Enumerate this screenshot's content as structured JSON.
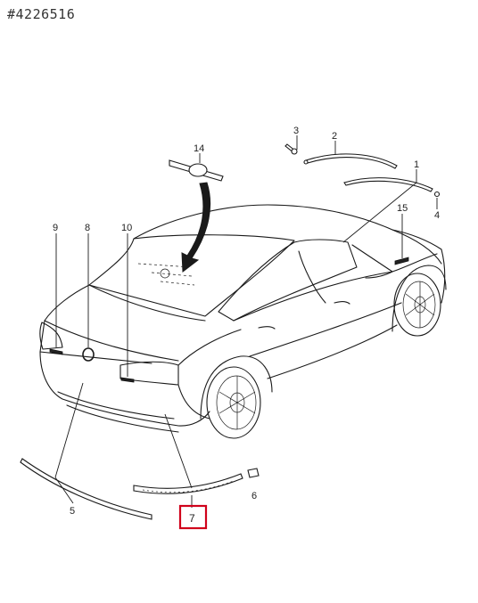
{
  "reference_number": "#4226516",
  "callouts": [
    {
      "id": "c1",
      "label": "1"
    },
    {
      "id": "c2",
      "label": "2"
    },
    {
      "id": "c3",
      "label": "3"
    },
    {
      "id": "c4",
      "label": "4"
    },
    {
      "id": "c5",
      "label": "5"
    },
    {
      "id": "c6",
      "label": "6"
    },
    {
      "id": "c7",
      "label": "7",
      "highlighted": true
    },
    {
      "id": "c8",
      "label": "8"
    },
    {
      "id": "c9",
      "label": "9"
    },
    {
      "id": "c10",
      "label": "10"
    },
    {
      "id": "c14",
      "label": "14"
    },
    {
      "id": "c15",
      "label": "15"
    }
  ],
  "colors": {
    "line": "#1a1a1a",
    "highlight": "#d0021b",
    "background": "#ffffff"
  }
}
